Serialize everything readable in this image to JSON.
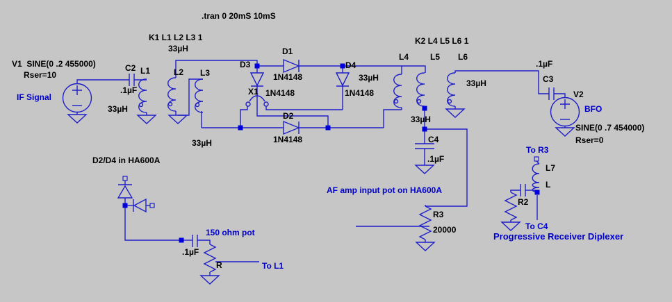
{
  "app": {
    "type": "ltspice-style schematic",
    "background_color": "#c6c6c6",
    "wire_color": "#1f1fc8",
    "component_text_color": "#000000",
    "comment_text_color": "#0000cd"
  },
  "directives": {
    "tran": ".tran 0 20mS 10mS",
    "k1": "K1 L1 L2 L3 1",
    "k2": "K2 L4 L5 L6 1"
  },
  "labels": {
    "v1_value": "V1  SINE(0 .2 455000)",
    "v1_rser": "Rser=10",
    "if_signal": "IF Signal",
    "c2_name": "C2",
    "c2_value": ".1µF",
    "l1_name": "L1",
    "l1_value": "33µH",
    "l2_name": "L2",
    "l2_value": "33µH",
    "l3_name": "L3",
    "l3_value": "33µH",
    "d3_name": "D3",
    "d1_name": "D1",
    "d1_value": "1N4148",
    "x1_name": "X1",
    "x1_value": "1N4148",
    "d2_name": "D2",
    "d2_value": "1N4148",
    "d4_name": "D4",
    "d4_value": "1N4148",
    "l4_name": "L4",
    "l4_value": "33µH",
    "l5_name": "L5",
    "l5_value": "33µH",
    "l6_name": "L6",
    "l6_value": "33µH",
    "c4_name": "C4",
    "c4_value": ".1µF",
    "c3_name": "C3",
    "c3_value": ".1µF",
    "v2_name": "V2",
    "bfo": "BFO",
    "v2_value": "SINE(0 .7 454000)",
    "v2_rser": "Rser=0",
    "af_pot_note": "AF amp input pot on HA600A",
    "r3_name": "R3",
    "r3_value": "20000",
    "d2d4_note": "D2/D4 in HA600A",
    "pot150_note": "150 ohm pot",
    "cap_bl_value": ".1µF",
    "r_name": "R",
    "to_l1": "To L1",
    "to_r3": "To R3",
    "l7_name": "L7",
    "l_name": "L",
    "r2_name": "R2",
    "to_c4": "To C4",
    "diplexer_note": "Progressive Receiver Diplexer"
  }
}
